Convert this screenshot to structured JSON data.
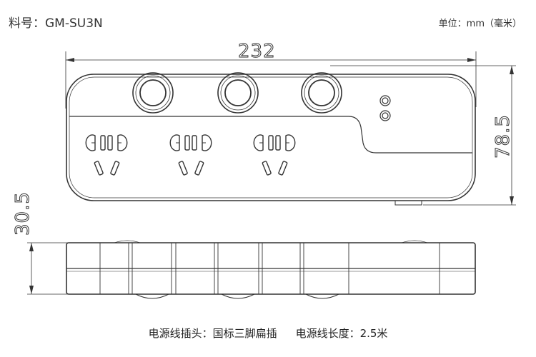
{
  "header": {
    "model": "料号：GM-SU3N",
    "unit": "单位：mm（毫米）"
  },
  "dimensions": {
    "width": "232",
    "height": "78.5",
    "thickness": "30.5"
  },
  "footer": {
    "plug": "电源线插头：国标三脚扁插",
    "cable": "电源线长度：2.5米"
  },
  "drawing": {
    "outlets": 3,
    "round_switches": 3,
    "indicator_lights": 2,
    "line_color": "#333333"
  }
}
